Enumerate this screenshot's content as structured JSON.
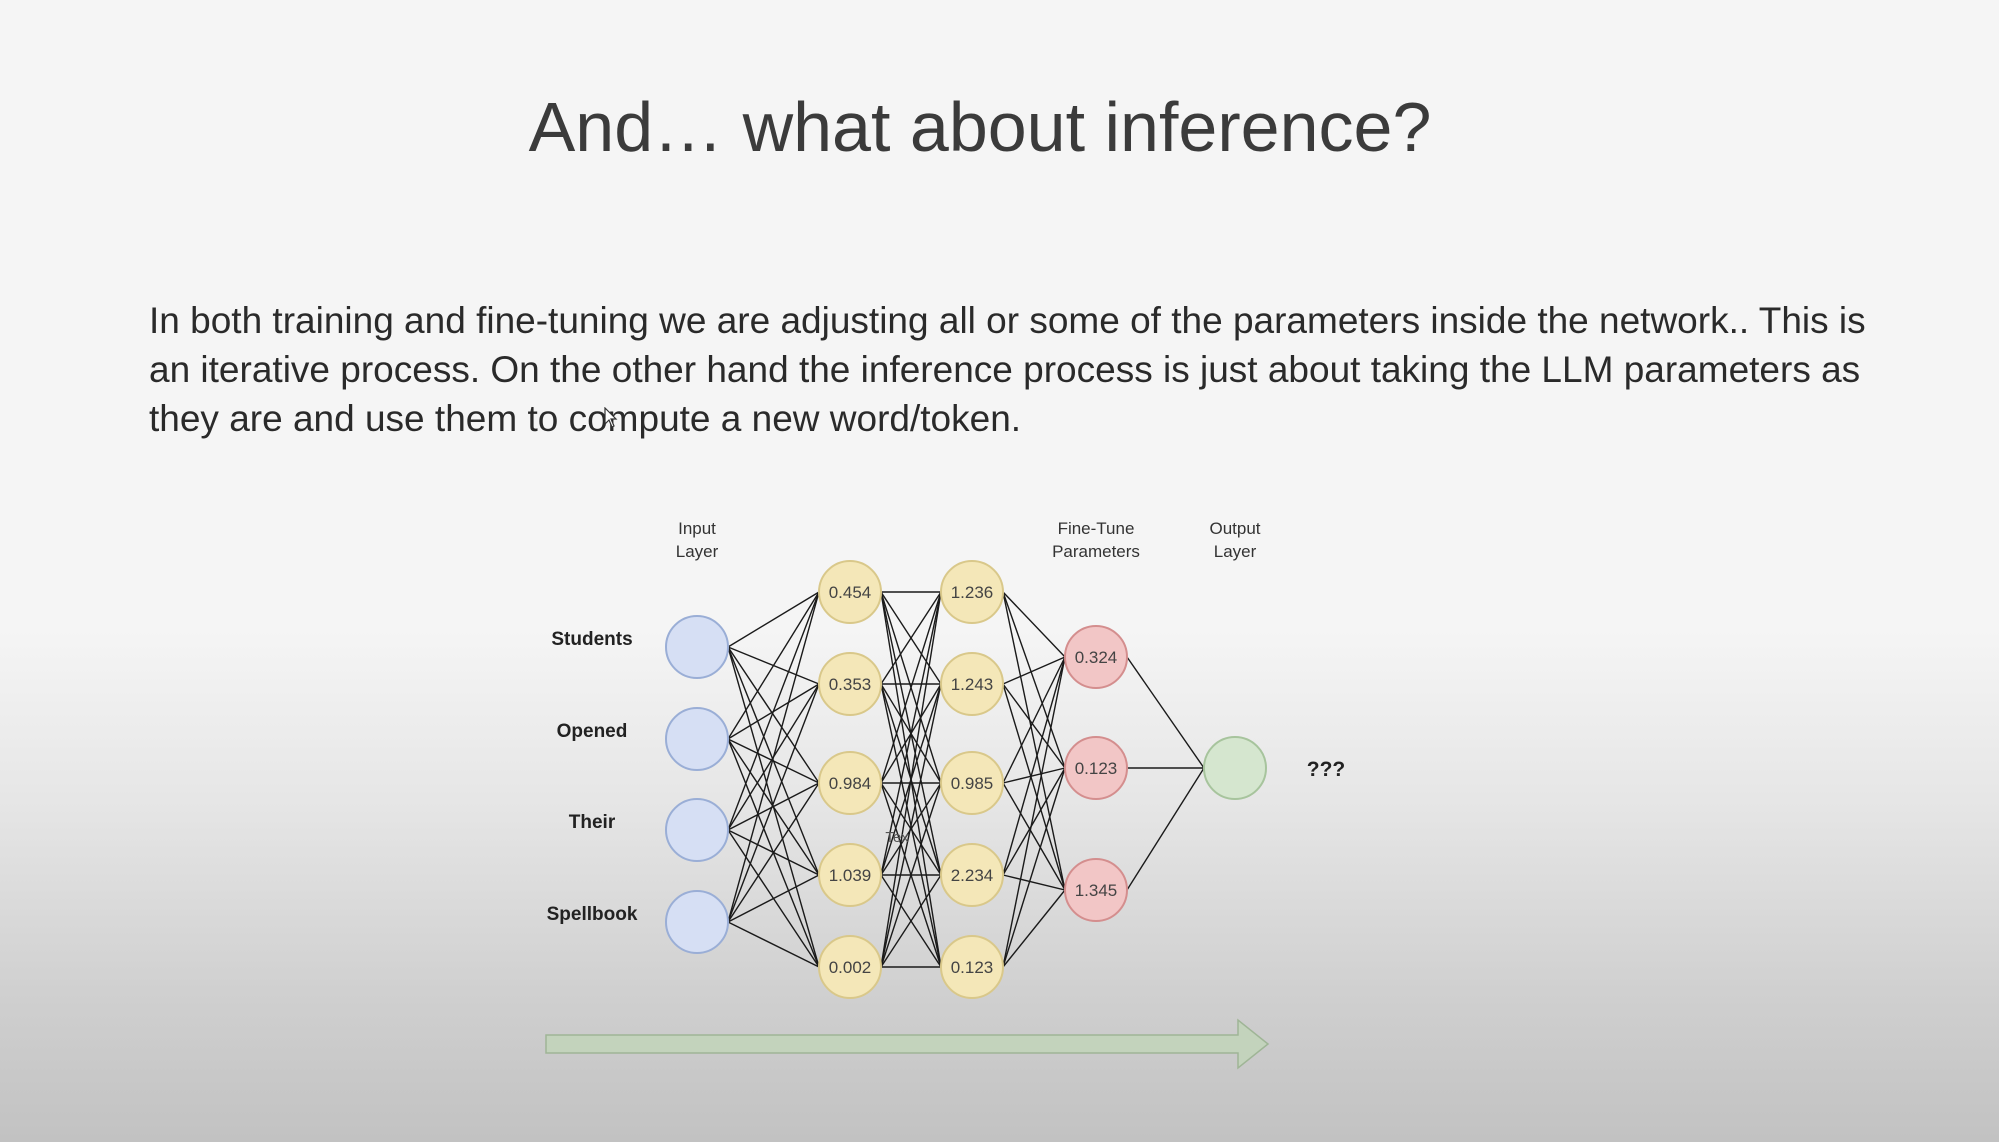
{
  "slide": {
    "title": "And… what about inference?",
    "body": "In both training and fine-tuning we are adjusting all or some of the parameters inside the network.. This is an iterative process. On the other hand the inference process is just about taking the LLM parameters as they are and use them to compute a new word/token."
  },
  "diagram": {
    "headers": {
      "input": [
        "Input",
        "Layer"
      ],
      "fine_tune": [
        "Fine-Tune",
        "Parameters"
      ],
      "output": [
        "Output",
        "Layer"
      ]
    },
    "input_words": [
      "Students",
      "Opened",
      "Their",
      "Spellbook"
    ],
    "hidden_layer_1": [
      "0.454",
      "0.353",
      "0.984",
      "1.039",
      "0.002"
    ],
    "hidden_layer_2": [
      "1.236",
      "1.243",
      "0.985",
      "2.234",
      "0.123"
    ],
    "fine_tune_params": [
      "0.324",
      "0.123",
      "1.345"
    ],
    "output_label": "???",
    "stray_label": "Tex",
    "colors": {
      "input_node": "#d6dff4",
      "input_stroke": "#9aaed6",
      "hidden_node": "#f4e7b8",
      "hidden_stroke": "#d9c88a",
      "fine_tune_node": "#f2c6c6",
      "fine_tune_stroke": "#d48e8e",
      "output_node": "#d5e6cf",
      "output_stroke": "#a7c49d",
      "arrow": "#c3d3bc",
      "arrow_stroke": "#9fb596"
    }
  }
}
